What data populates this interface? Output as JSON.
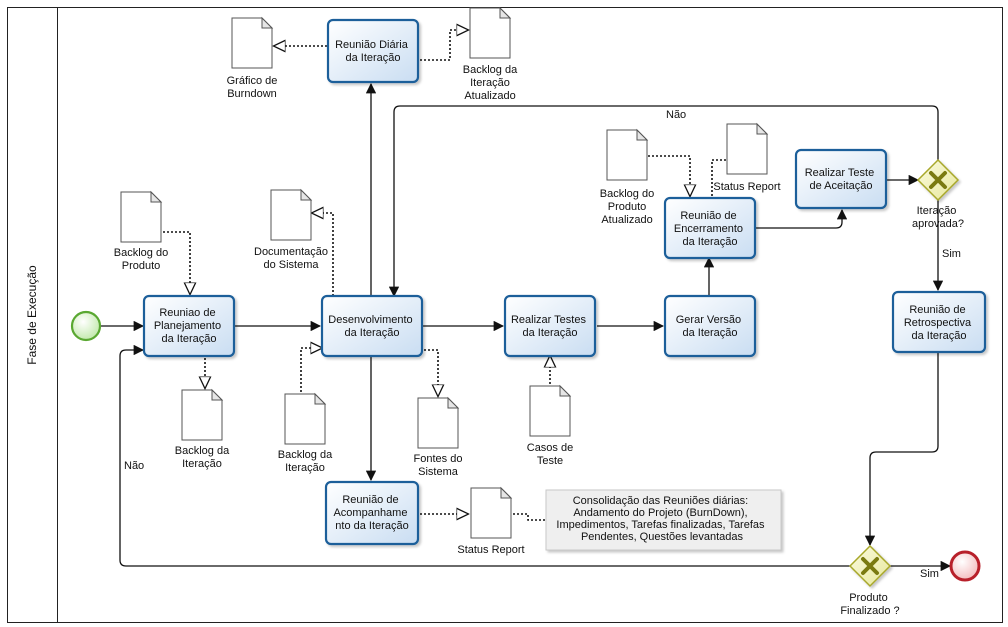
{
  "lane": {
    "title": "Fase de Execução"
  },
  "tasks": {
    "planejamento": [
      "Reuniao de",
      "Planejamento",
      "da Iteração"
    ],
    "desenvolvimento": [
      "Desenvolvimento",
      "da Iteração"
    ],
    "reuniao_diaria": [
      "Reunião Diária",
      "da Iteração"
    ],
    "acompanhamento": [
      "Reunião de",
      "Acompanhame",
      "nto da Iteração"
    ],
    "testes": [
      "Realizar Testes",
      "da Iteração"
    ],
    "gerar_versao": [
      "Gerar Versão",
      "da Iteração"
    ],
    "encerramento": [
      "Reunião de",
      "Encerramento",
      "da Iteração"
    ],
    "aceitacao": [
      "Realizar Teste",
      "de Aceitação"
    ],
    "retrospectiva": [
      "Reunião de",
      "Retrospectiva",
      "da Iteração"
    ]
  },
  "documents": {
    "backlog_produto": [
      "Backlog do",
      "Produto"
    ],
    "backlog_iteracao_1": [
      "Backlog da",
      "Iteração"
    ],
    "documentacao": [
      "Documentação",
      "do Sistema"
    ],
    "backlog_iteracao_2": [
      "Backlog da",
      "Iteração"
    ],
    "fontes": [
      "Fontes do",
      "Sistema"
    ],
    "grafico": [
      "Gráfico de",
      "Burndown"
    ],
    "backlog_atualizado": [
      "Backlog da",
      "Iteração",
      "Atualizado"
    ],
    "status_report_1": [
      "Status Report"
    ],
    "casos_teste": [
      "Casos de",
      "Teste"
    ],
    "backlog_produto_atualizado": [
      "Backlog do",
      "Produto",
      "Atualizado"
    ],
    "status_report_2": [
      "Status Report"
    ]
  },
  "annotation": [
    "Consolidação das Reuniões diárias:",
    "Andamento do Projeto (BurnDown),",
    "Impedimentos, Tarefas finalizadas, Tarefas",
    "Pendentes, Questões levantadas"
  ],
  "gateways": {
    "iteracao_aprovada": [
      "Iteração",
      "aprovada?"
    ],
    "produto_finalizado": [
      "Produto",
      "Finalizado ?"
    ]
  },
  "flow_labels": {
    "nao_top": "Não",
    "sim_right": "Sim",
    "nao_left": "Não",
    "sim_bottom": "Sim"
  },
  "colors": {
    "task_border": "#1f5f9a",
    "start_event": "#5aa832",
    "end_event": "#b8202a",
    "gateway": "#c9c93c"
  }
}
